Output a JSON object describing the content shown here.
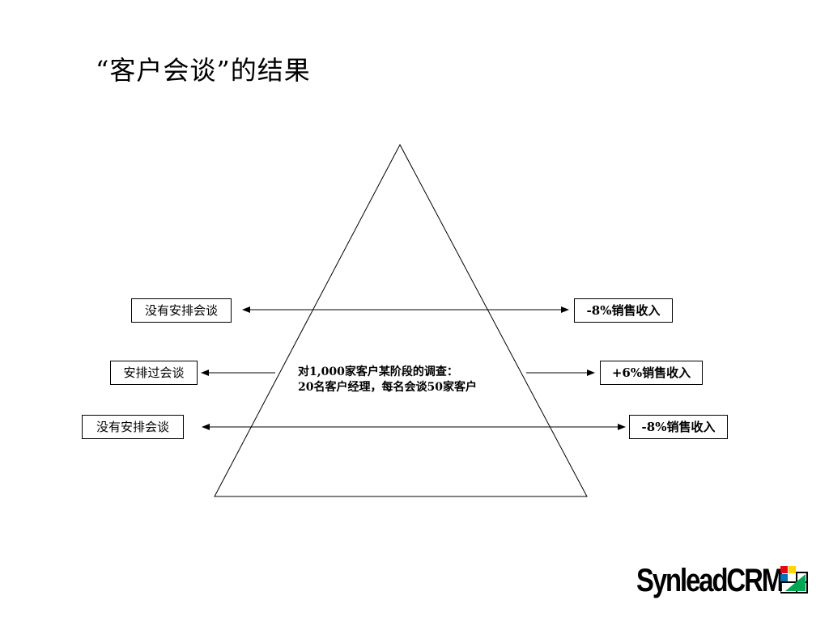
{
  "title": "“客户会谈”的结果",
  "rows": [
    {
      "left_label": "没有安排会谈",
      "right_label": "-8%销售收入"
    },
    {
      "left_label": "安排过会谈",
      "right_label": "+6%销售收入"
    },
    {
      "left_label": "没有安排会谈",
      "right_label": "-8%销售收入"
    }
  ],
  "survey": {
    "line1": "对1,000家客户某阶段的调查：",
    "line2": "20名客户经理，每名会谈50家客户"
  },
  "logo": {
    "text": "SynleadCRM",
    "colors": [
      "#e30613",
      "#ffd400",
      "#0072bc",
      "#00a651"
    ]
  }
}
